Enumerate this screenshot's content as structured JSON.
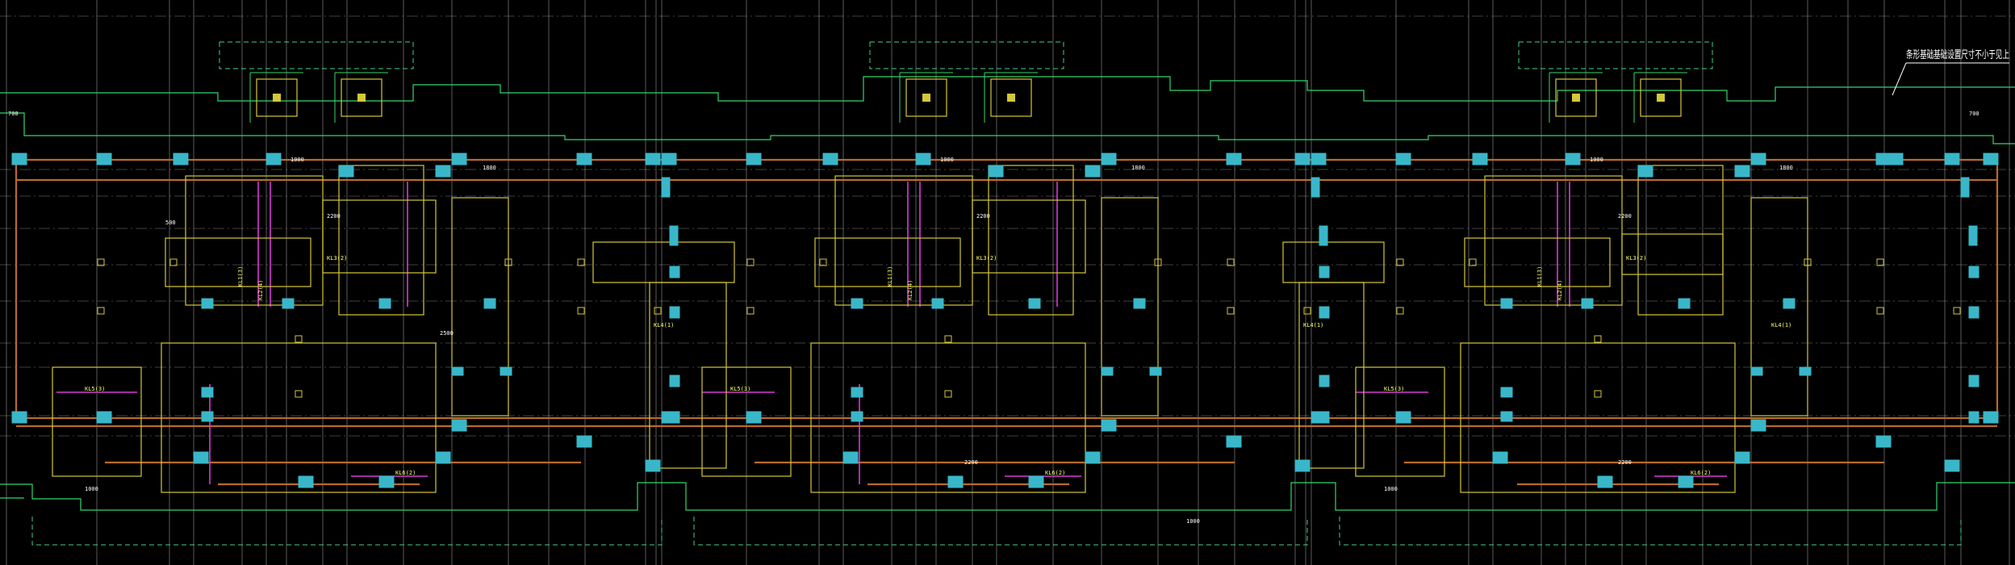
{
  "drawing": {
    "note": "条形基础基础设置尺寸不小于见上",
    "colors": {
      "background": "#000000",
      "axis": "#d8d8d8",
      "outline": "#33d66b",
      "dashed": "#44d08c",
      "wall": "#b86a2c",
      "column": "#39b7c9",
      "beam_box": "#d4c83a",
      "magenta": "#d83ad8",
      "label": "#ffff66"
    },
    "beam_labels": [
      "KL1(3)",
      "KL2(4)",
      "KL3(2)",
      "KL4(1)",
      "KL5(3)",
      "KL6(2)"
    ],
    "dimensions": [
      "1000",
      "1800",
      "2200",
      "2500",
      "700",
      "500",
      "1000"
    ]
  }
}
